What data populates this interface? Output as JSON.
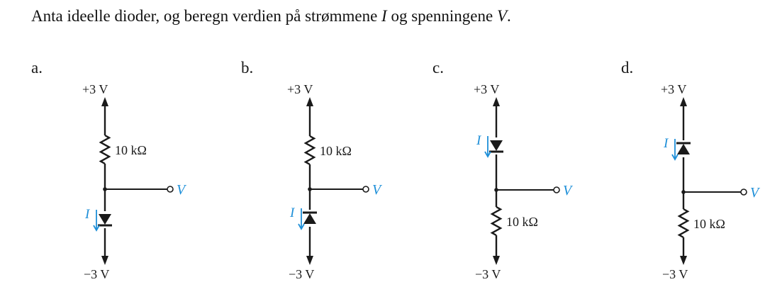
{
  "question": {
    "before_I": "Anta ideelle dioder, og beregn verdien på strømmene ",
    "I": "I",
    "middle": " og spenningene ",
    "V": "V",
    "end": "."
  },
  "colors": {
    "ink": "#1a1a1a",
    "accent": "#1e8fd8"
  },
  "circuits": [
    {
      "id": "a",
      "label": "a.",
      "top_supply": "+3 V",
      "bottom_supply": "−3 V",
      "resistor": "10 kΩ",
      "output": "V",
      "current": "I",
      "order": "resistor-first",
      "diode": "down"
    },
    {
      "id": "b",
      "label": "b.",
      "top_supply": "+3 V",
      "bottom_supply": "−3 V",
      "resistor": "10 kΩ",
      "output": "V",
      "current": "I",
      "order": "resistor-first",
      "diode": "up"
    },
    {
      "id": "c",
      "label": "c.",
      "top_supply": "+3 V",
      "bottom_supply": "−3 V",
      "resistor": "10 kΩ",
      "output": "V",
      "current": "I",
      "order": "diode-first",
      "diode": "down"
    },
    {
      "id": "d",
      "label": "d.",
      "top_supply": "+3 V",
      "bottom_supply": "−3 V",
      "resistor": "10 kΩ",
      "output": "V",
      "current": "I",
      "order": "diode-first",
      "diode": "up"
    }
  ]
}
